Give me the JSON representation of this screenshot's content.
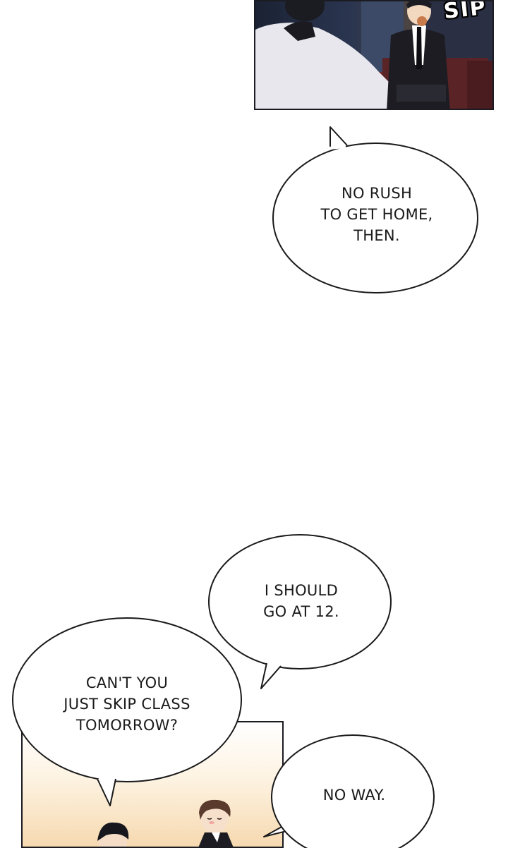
{
  "top_panel": {
    "sfx": "SIP"
  },
  "bubbles": {
    "no_rush": [
      "NO RUSH",
      "TO GET HOME,",
      "THEN."
    ],
    "go_at_12": [
      "I SHOULD",
      "GO AT 12."
    ],
    "skip_class": [
      "CAN'T YOU",
      "JUST SKIP CLASS",
      "TOMORROW?"
    ],
    "no_way": [
      "NO WAY."
    ]
  },
  "colors": {
    "bubble_fill": "#ffffff",
    "bubble_stroke": "#1a1a1a",
    "night_panel": "#1a2233",
    "warm_panel": "#f6d9b0"
  }
}
